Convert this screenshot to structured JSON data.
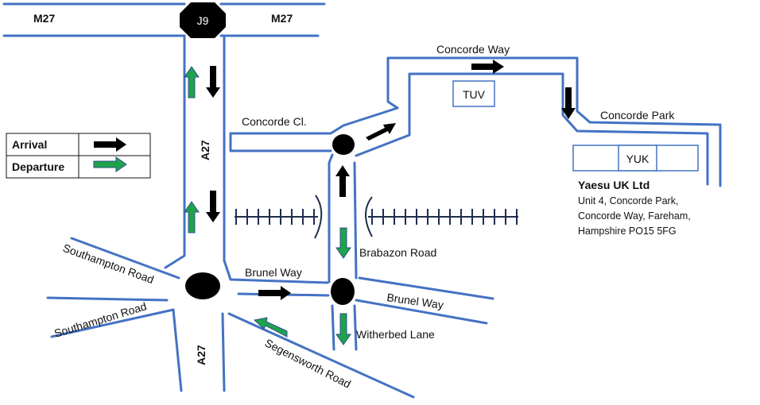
{
  "roads": {
    "m27_left": "M27",
    "m27_right": "M27",
    "junction": "J9",
    "a27_upper": "A27",
    "a27_lower": "A27",
    "concorde_close": "Concorde Cl.",
    "concorde_way": "Concorde Way",
    "concorde_park": "Concorde Park",
    "brabazon_road": "Brabazon Road",
    "brunel_way_left": "Brunel Way",
    "brunel_way_right": "Brunel Way",
    "witherbed_lane": "Witherbed Lane",
    "southampton_road_upper": "Southampton Road",
    "southampton_road_lower": "Southampton Road",
    "segensworth_road": "Segensworth Road"
  },
  "buildings": {
    "tuv": "TUV",
    "yuk": "YUK"
  },
  "address": {
    "name": "Yaesu UK Ltd",
    "line1": "Unit 4, Concorde Park,",
    "line2": "Concorde Way, Fareham,",
    "line3": "Hampshire PO15 5FG"
  },
  "legend": {
    "arrival": "Arrival",
    "departure": "Departure"
  },
  "colors": {
    "road": "#4472c4",
    "arrival_arrow": "#000000",
    "departure_arrow": "#1fa34a"
  }
}
